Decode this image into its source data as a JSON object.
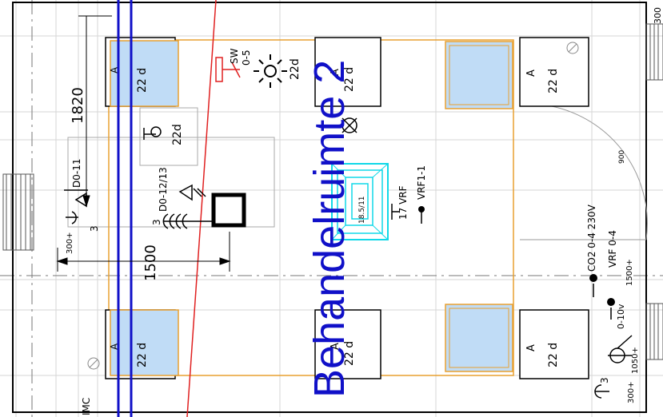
{
  "room": {
    "title": "Behandelruimte 2"
  },
  "fixtures": {
    "label_22d": "22 d",
    "label_A": "A",
    "label_22d_compact": "22d"
  },
  "symbols": {
    "switch_code": "SW",
    "switch_range": "0-5",
    "data_outlet_1": "D0-11",
    "data_outlet_2": "D0-12/13",
    "outlet_count_left": "3",
    "outlet_count_left_2": "3",
    "height_300_left": "300+",
    "vrf_count": "17 VRF",
    "vrf_unit": "VRF1-1",
    "co2_label": "CO2 0-4 230V",
    "vrf_range": "VRF 0-4",
    "height_1500": "1500+",
    "voltage_label": "0-10v",
    "height_1050": "1050+",
    "outlet_count_right": "3",
    "height_300_right": "300+",
    "ceiling_height": "900",
    "ac_unit_label": "18.5/11"
  },
  "dimensions": {
    "vertical": "1820",
    "horizontal": "1500"
  },
  "edge_labels": {
    "bottom_left": "IMC",
    "top_right": "300"
  },
  "colors": {
    "blue_wall": "#1010c8",
    "orange_outline": "#e8a030",
    "red_line": "#e02020",
    "cyan_unit": "#10d8e8",
    "light_fixture_fill": "#c0dcf6"
  }
}
